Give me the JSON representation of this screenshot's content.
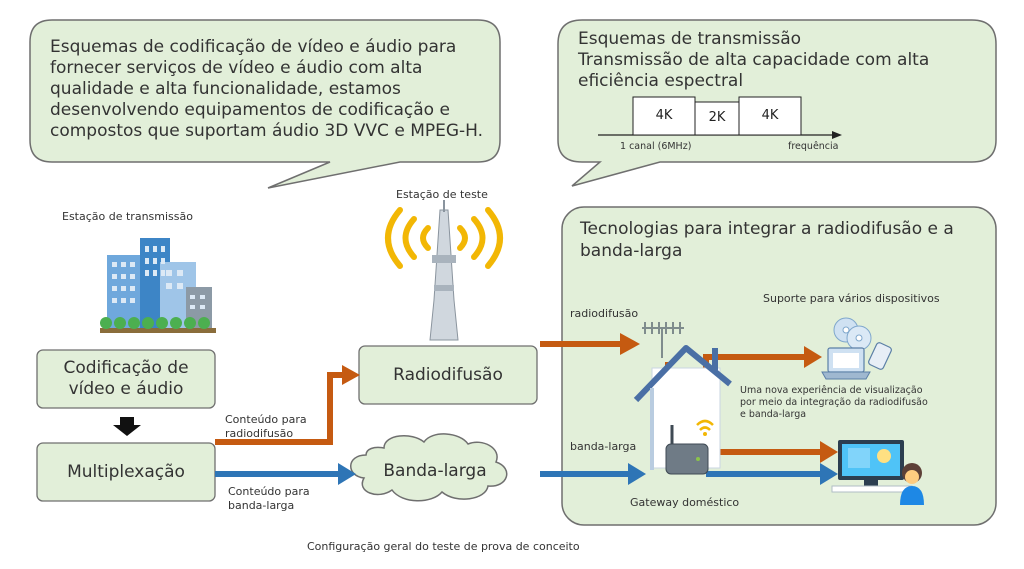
{
  "codec_bubble": {
    "text": "Esquemas de codificação de vídeo e áudio para fornecer serviços de vídeo e áudio com alta qualidade e alta funcionalidade, estamos desenvolvendo equipamentos de codificação e compostos que suportam áudio 3D VVC e MPEG-H."
  },
  "transmission_bubble": {
    "title": "Esquemas de transmissão",
    "subtitle": "Transmissão de alta capacidade com alta eficiência espectral",
    "bands": [
      "4K",
      "2K",
      "4K"
    ],
    "axis_left_label": "1 canal (6MHz)",
    "axis_right_label": "frequência"
  },
  "left": {
    "station_label": "Estação de transmissão",
    "encoding_box": "Codificação de vídeo e áudio",
    "mux_box": "Multiplexação",
    "broadcast_content": "Conteúdo para radiodifusão",
    "broadband_content": "Conteúdo para banda-larga"
  },
  "center": {
    "test_station_label": "Estação de teste",
    "broadcast_box": "Radiodifusão",
    "broadband_cloud": "Banda-larga"
  },
  "tech_panel": {
    "title": "Tecnologias para integrar a radiodifusão e a banda-larga",
    "broadcast_label": "radiodifusão",
    "broadband_label": "banda-larga",
    "devices_label": "Suporte para vários dispositivos",
    "experience_text": "Uma nova experiência de visualização por meio da integração da radiodifusão e banda-larga",
    "gateway_label": "Gateway doméstico"
  },
  "caption": "Configuração geral do teste de prova de conceito",
  "colors": {
    "bubble_fill": "#e2efd9",
    "bubble_stroke": "#6f6f6f",
    "arrow_broadcast": "#c55a11",
    "arrow_broadband": "#2e75b6"
  },
  "icons": [
    "buildings-icon",
    "tower-icon",
    "antenna-icon",
    "house-icon",
    "router-icon",
    "disc-icon",
    "laptop-icon",
    "phone-icon",
    "tv-icon",
    "child-icon"
  ]
}
